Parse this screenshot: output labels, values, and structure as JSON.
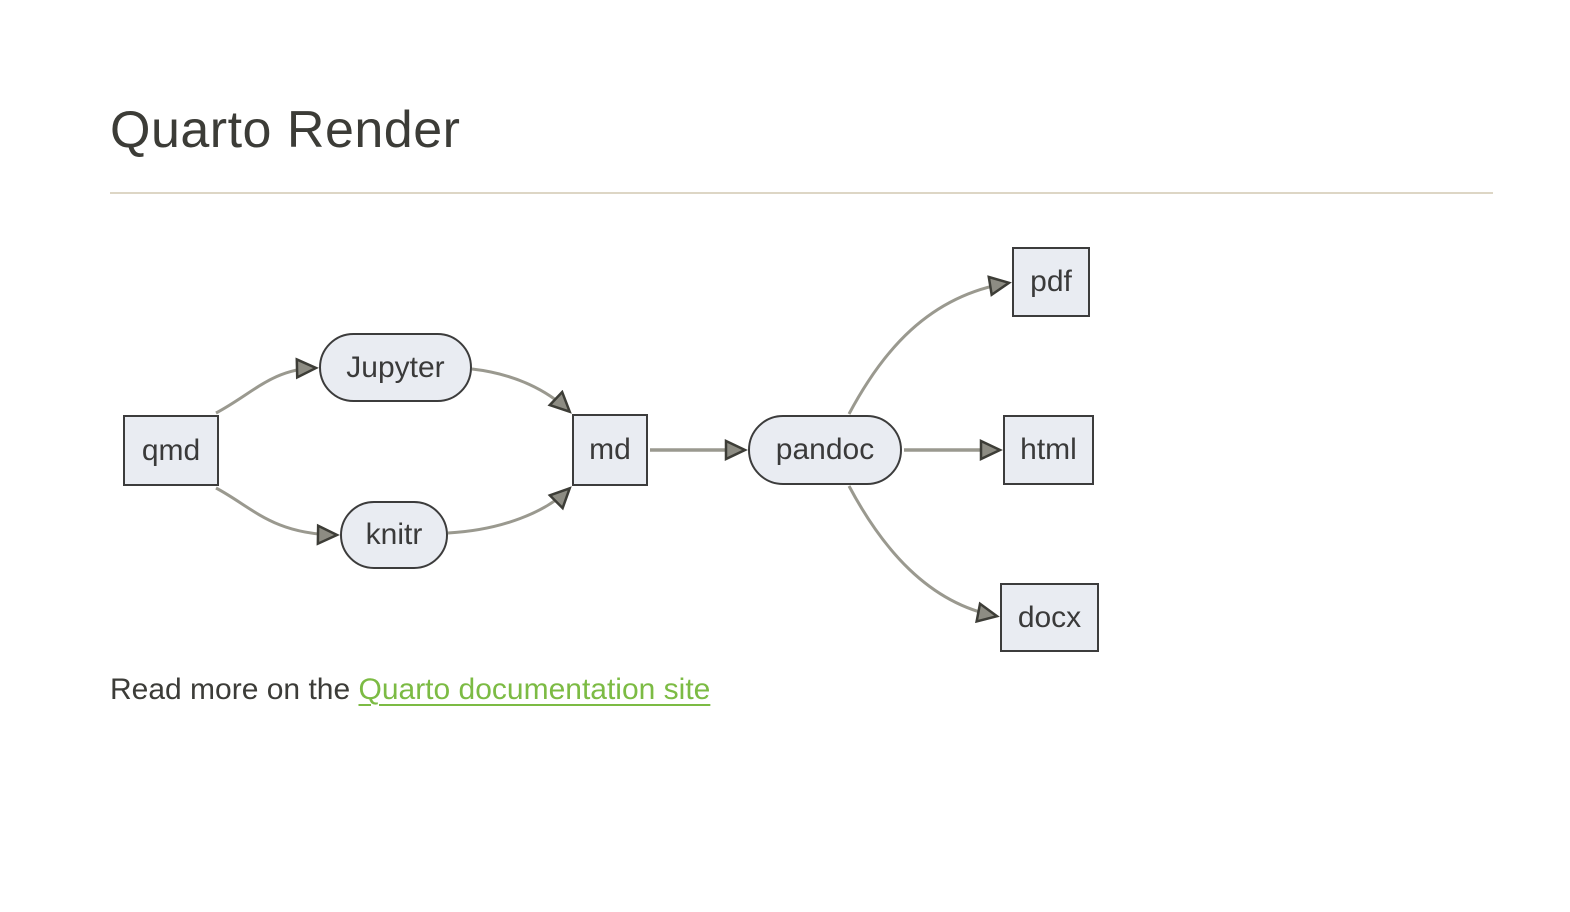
{
  "page": {
    "title": "Quarto Render",
    "footer": {
      "prefix": "Read more on the ",
      "link_text": "Quarto documentation site"
    }
  },
  "diagram": {
    "type": "flowchart",
    "direction": "left-to-right",
    "nodes": [
      {
        "id": "qmd",
        "label": "qmd",
        "shape": "rect"
      },
      {
        "id": "jupyter",
        "label": "Jupyter",
        "shape": "stadium"
      },
      {
        "id": "knitr",
        "label": "knitr",
        "shape": "stadium"
      },
      {
        "id": "md",
        "label": "md",
        "shape": "rect"
      },
      {
        "id": "pandoc",
        "label": "pandoc",
        "shape": "stadium"
      },
      {
        "id": "pdf",
        "label": "pdf",
        "shape": "rect"
      },
      {
        "id": "html",
        "label": "html",
        "shape": "rect"
      },
      {
        "id": "docx",
        "label": "docx",
        "shape": "rect"
      }
    ],
    "edges": [
      {
        "from": "qmd",
        "to": "jupyter"
      },
      {
        "from": "qmd",
        "to": "knitr"
      },
      {
        "from": "jupyter",
        "to": "md"
      },
      {
        "from": "knitr",
        "to": "md"
      },
      {
        "from": "md",
        "to": "pandoc"
      },
      {
        "from": "pandoc",
        "to": "pdf"
      },
      {
        "from": "pandoc",
        "to": "html"
      },
      {
        "from": "pandoc",
        "to": "docx"
      }
    ]
  },
  "colors": {
    "node_fill": "#e9ecf2",
    "node_border": "#3c3c3c",
    "node_text": "#3a3a3a",
    "edge_line": "#9a998f",
    "arrowhead_fill": "#8d8c83",
    "arrowhead_stroke": "#3d3d37",
    "title_text": "#3c3c37",
    "body_text": "#3c3c38",
    "link_green": "#7cbb44",
    "divider_tan": "#ddd6c5",
    "background": "#ffffff"
  }
}
